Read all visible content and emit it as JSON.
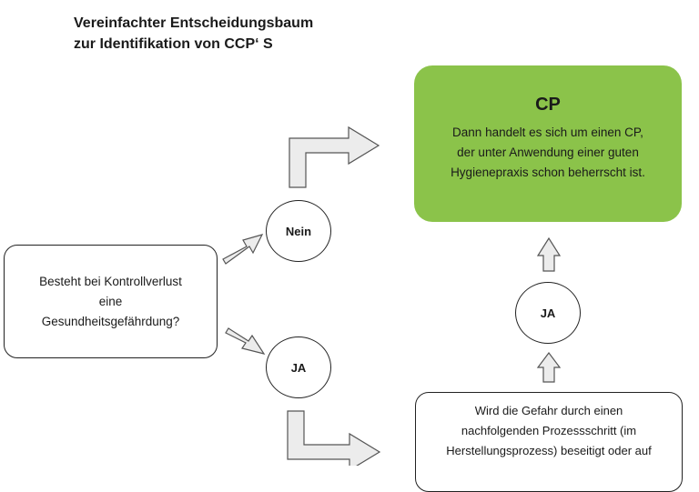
{
  "title": {
    "line1": "Vereinfachter Entscheidungsbaum",
    "line2": "zur Identifikation von CCP‘ S"
  },
  "cp_box": {
    "heading": "CP",
    "lines": [
      "Dann handelt es sich um einen CP,",
      "der unter Anwendung  einer guten",
      "Hygienepraxis schon beherrscht ist."
    ],
    "color": "#8bc34a"
  },
  "question_box": {
    "lines": [
      "Besteht bei Kontrollverlust",
      "eine",
      "Gesundheitsgefährdung?"
    ]
  },
  "circles": {
    "nein": "Nein",
    "ja_lower": "JA",
    "ja_right": "JA"
  },
  "step_box": {
    "lines": [
      "Wird die Gefahr durch einen",
      "nachfolgenden Prozessschritt (im",
      "Herstellungsprozess) beseitigt oder auf"
    ]
  }
}
